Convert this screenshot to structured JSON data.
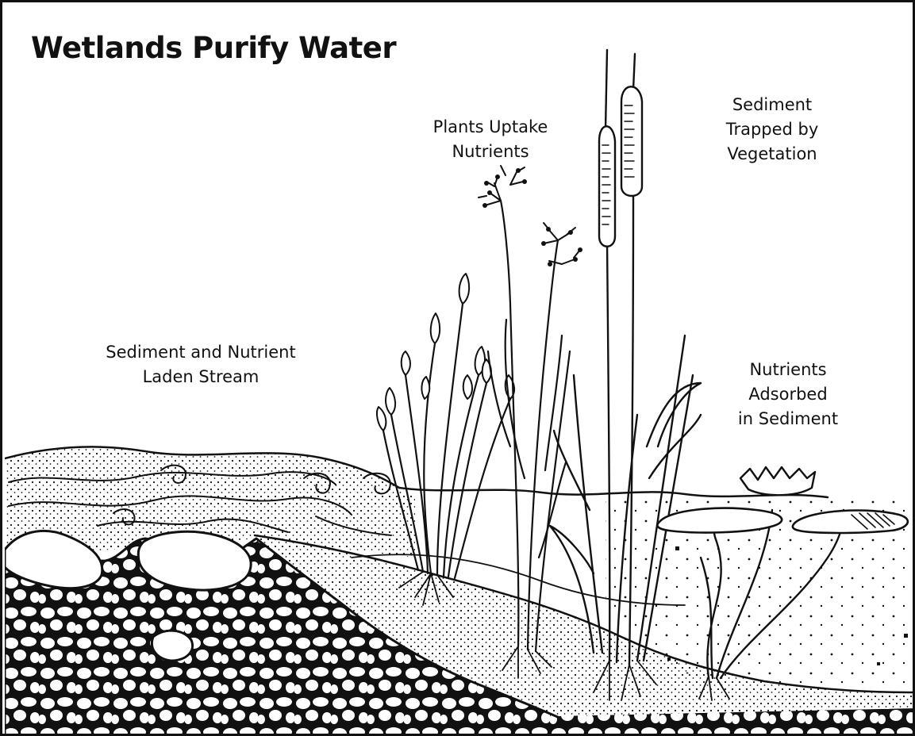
{
  "title": "Wetlands Purify Water",
  "labels": {
    "stream": [
      "Sediment and Nutrient",
      "Laden Stream"
    ],
    "plants": [
      "Plants Uptake",
      "Nutrients"
    ],
    "trapped": [
      "Sediment",
      "Trapped by",
      "Vegetation"
    ],
    "adsorbed": [
      "Nutrients",
      "Adsorbed",
      "in Sediment"
    ]
  },
  "colors": {
    "ink": "#111111",
    "paper": "#ffffff"
  }
}
